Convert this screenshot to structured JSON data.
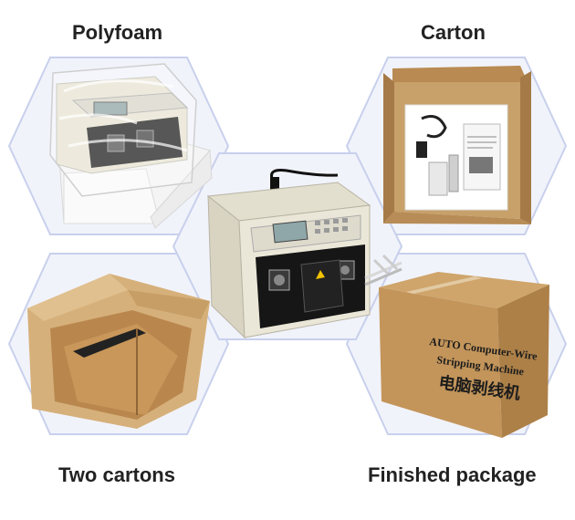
{
  "labels": {
    "polyfoam": "Polyfoam",
    "carton": "Carton",
    "two_cartons": "Two cartons",
    "finished_package": "Finished package"
  },
  "box_print": {
    "line1": "AUTO Computer-Wire",
    "line2": "Stripping Machine",
    "line3": "电脑剥线机"
  },
  "colors": {
    "hex_border": "#c8d0ec",
    "hex_fill": "#f1f3fb",
    "cardboard": "#c49a62",
    "machine_body": "#e9e5d6",
    "machine_panel": "#161616"
  }
}
